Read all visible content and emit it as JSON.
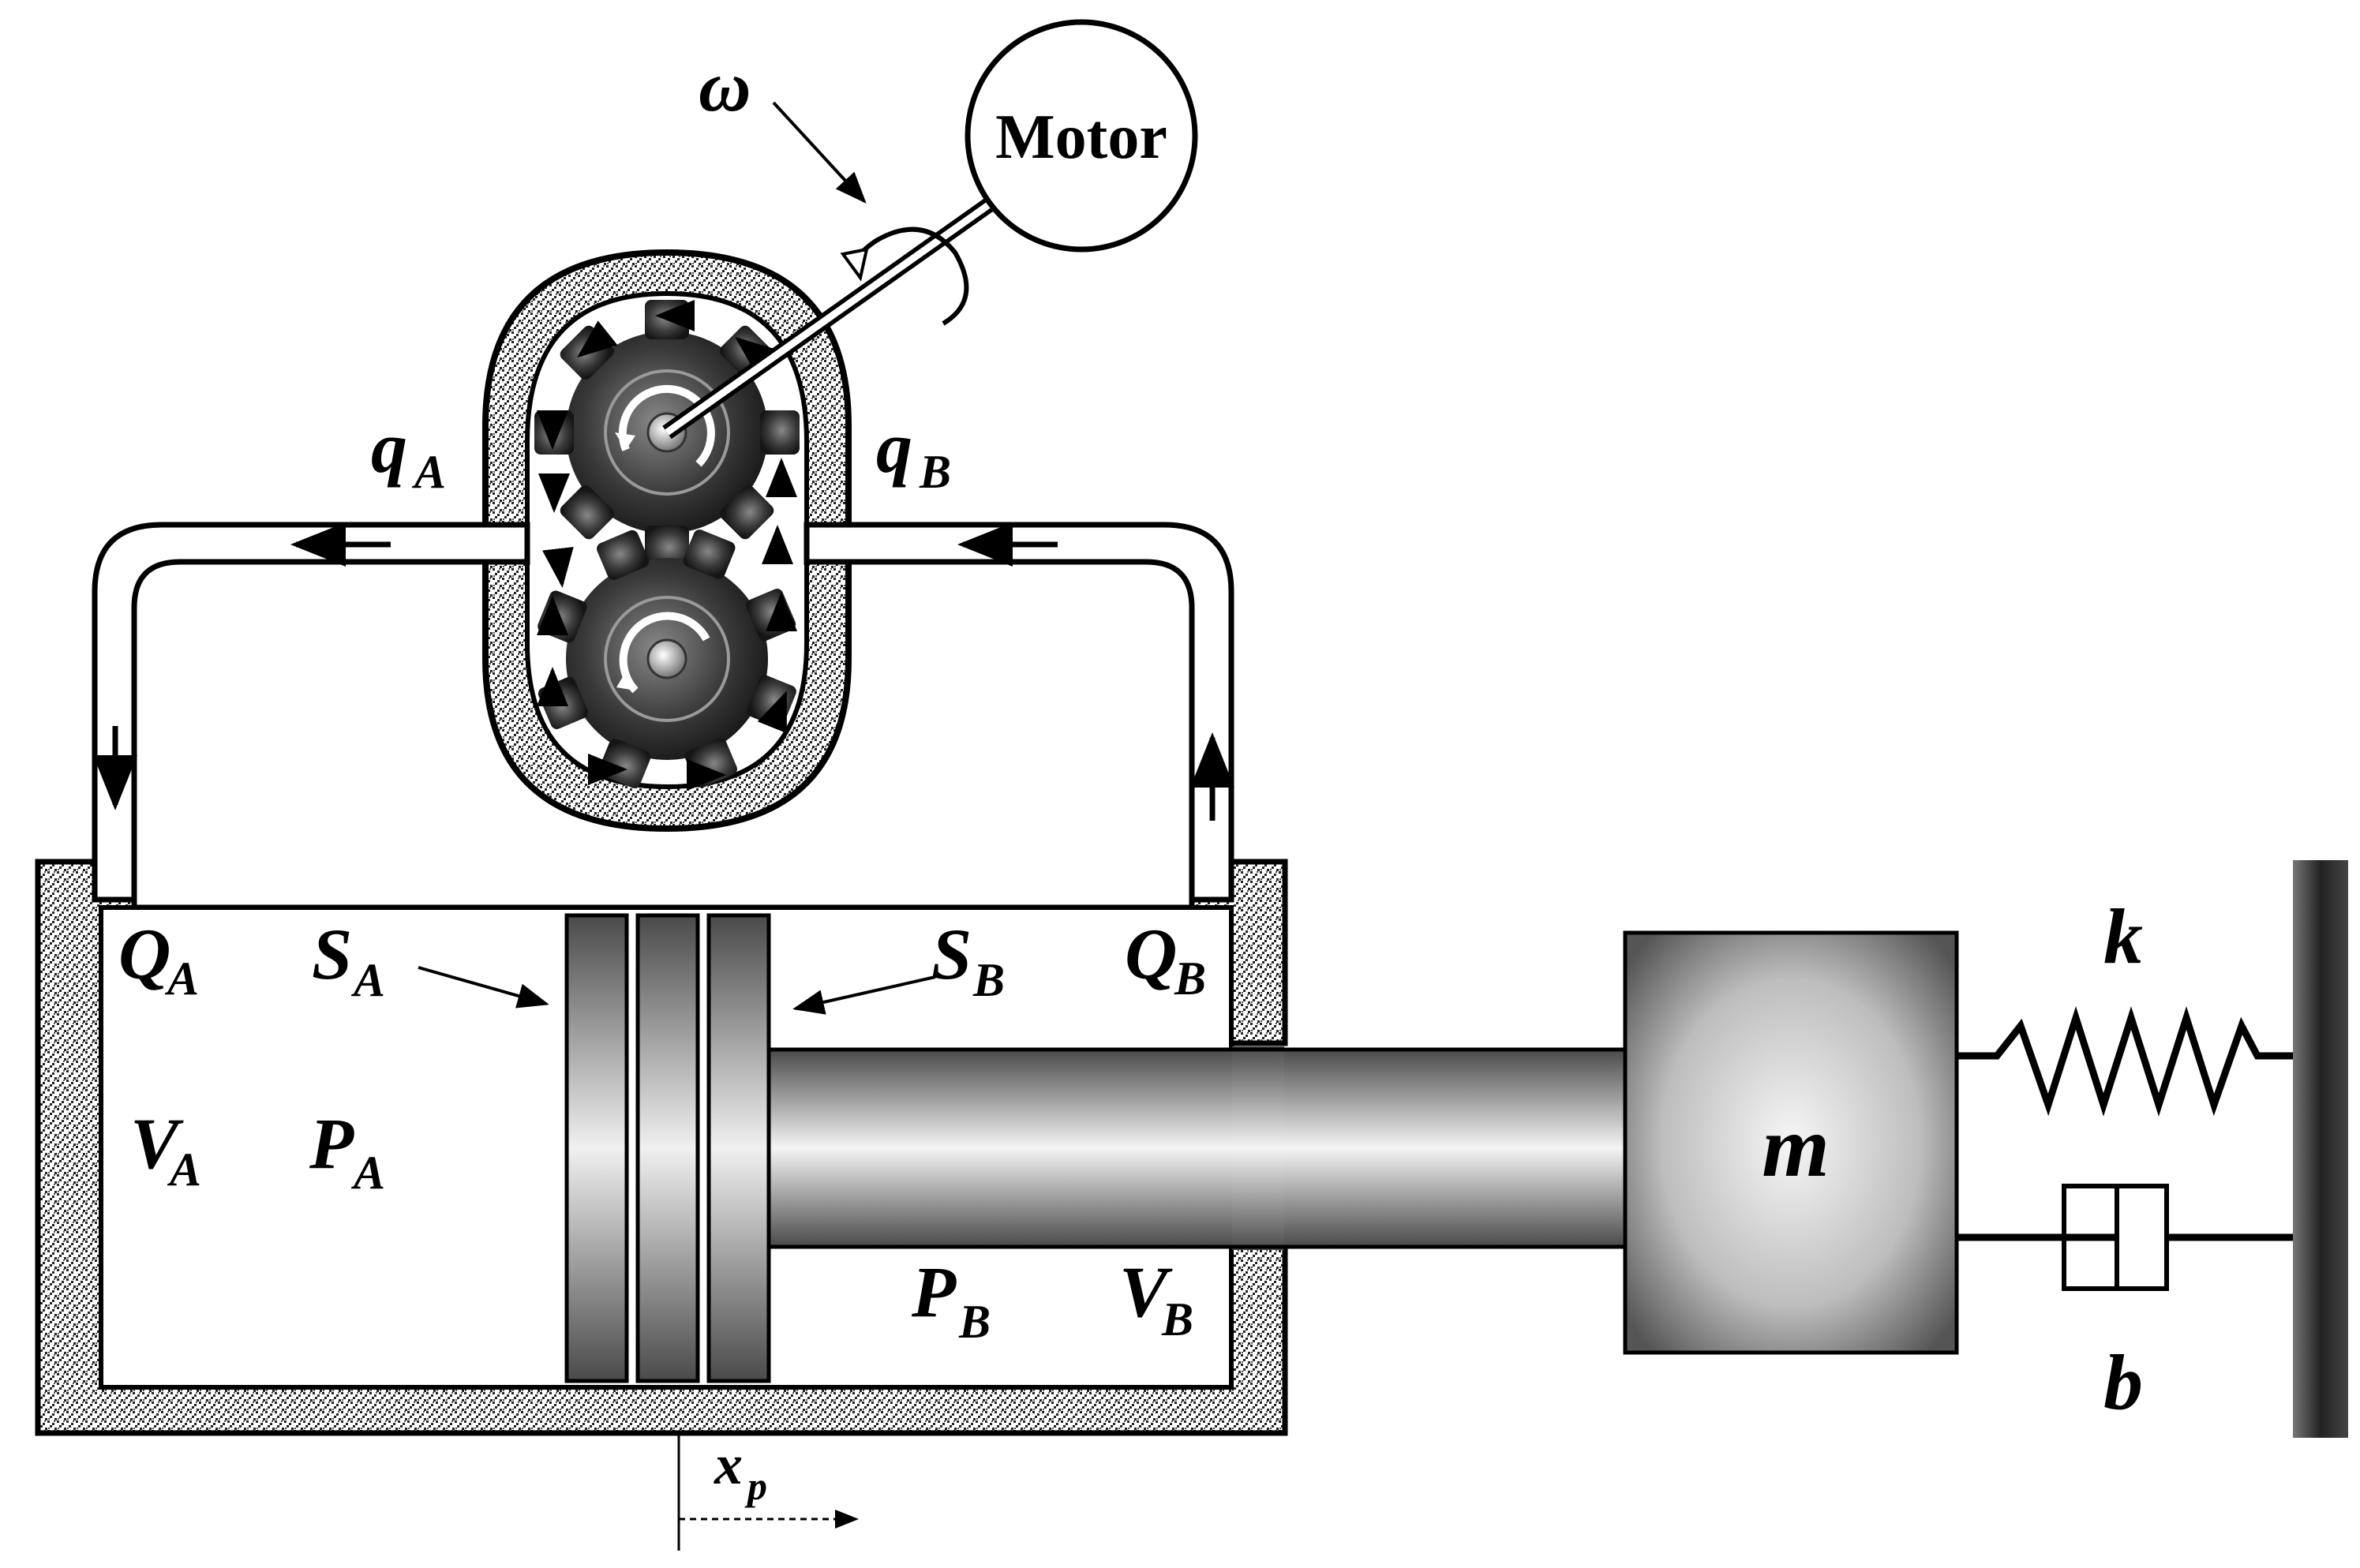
{
  "motor": {
    "label": "Motor"
  },
  "symbols": {
    "omega": "ω",
    "q_a": {
      "base": "q",
      "sub": "A"
    },
    "q_b": {
      "base": "q",
      "sub": "B"
    },
    "Q_a": {
      "base": "Q",
      "sub": "A"
    },
    "Q_b": {
      "base": "Q",
      "sub": "B"
    },
    "S_a": {
      "base": "S",
      "sub": "A"
    },
    "S_b": {
      "base": "S",
      "sub": "B"
    },
    "V_a": {
      "base": "V",
      "sub": "A"
    },
    "V_b": {
      "base": "V",
      "sub": "B"
    },
    "P_a": {
      "base": "P",
      "sub": "A"
    },
    "P_b": {
      "base": "P",
      "sub": "B"
    },
    "x_p": {
      "base": "x",
      "sub": "p"
    },
    "mass": "m",
    "spring": "k",
    "damper": "b"
  }
}
